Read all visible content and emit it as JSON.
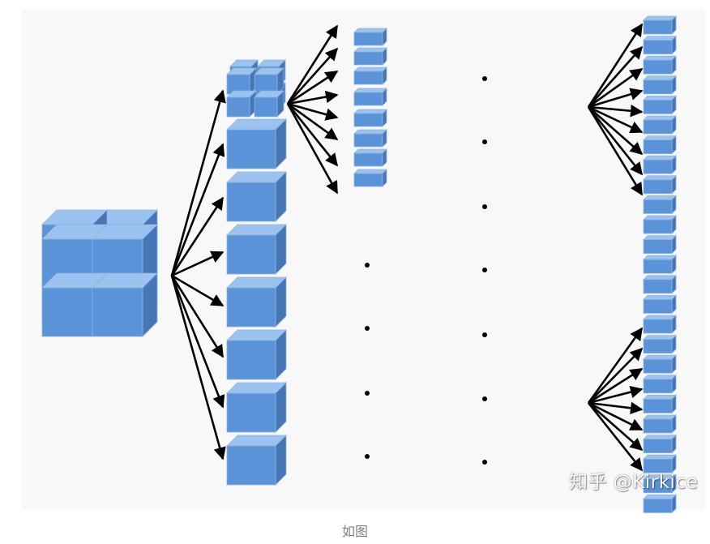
{
  "watermark": "知乎 @Kirkice",
  "caption": "如图",
  "colors": {
    "cube_front": "#5b93d8",
    "cube_top": "#9cc3f0",
    "cube_side": "#4576b6",
    "cube_edge": "#8fb2dc",
    "arrow": "#000000",
    "panel": "#f8f8f8"
  },
  "icons": {
    "cube": "cube-icon",
    "arrow": "arrow-icon",
    "dot": "ellipsis-dot"
  }
}
